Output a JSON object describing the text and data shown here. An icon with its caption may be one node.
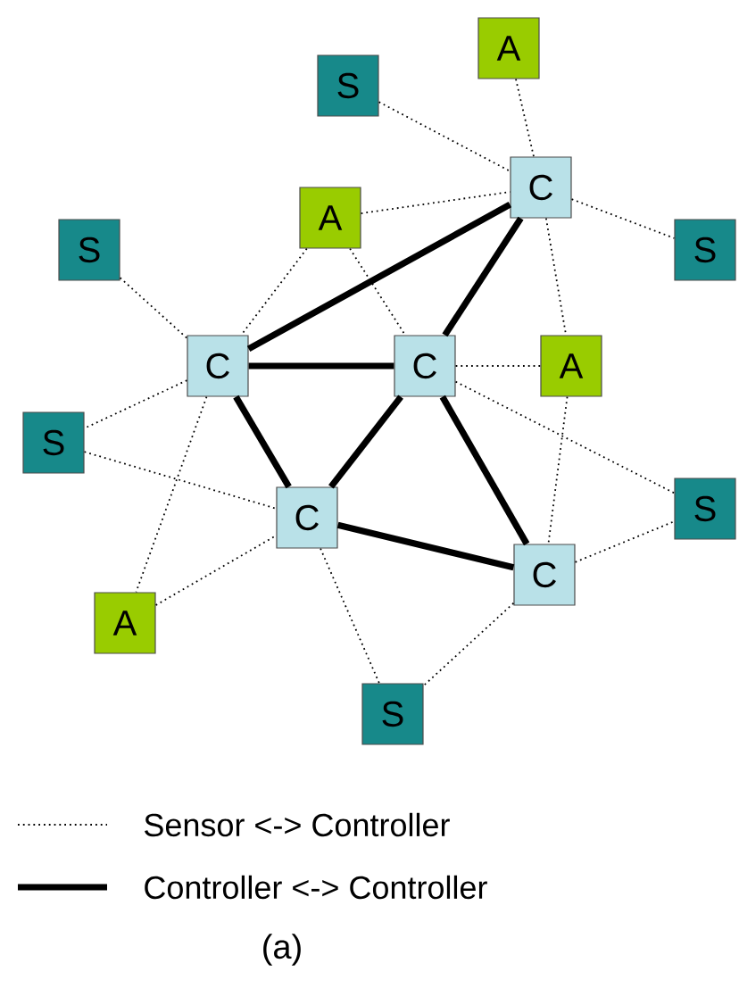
{
  "diagram": {
    "caption": "(a)",
    "nodes": [
      {
        "text": [
          "A"
        ]
      },
      {
        "text": [
          "S"
        ]
      },
      {
        "text": [
          "C"
        ]
      },
      {
        "text": [
          "A"
        ]
      },
      {
        "text": [
          "S"
        ]
      },
      {
        "text": [
          "S"
        ]
      },
      {
        "text": [
          "C"
        ]
      },
      {
        "text": [
          "C"
        ]
      },
      {
        "text": [
          "A"
        ]
      },
      {
        "text": [
          "S"
        ]
      },
      {
        "text": [
          "C"
        ]
      },
      {
        "text": [
          "S"
        ]
      },
      {
        "text": [
          "C"
        ]
      },
      {
        "text": [
          "A"
        ]
      },
      {
        "text": [
          "S"
        ]
      }
    ],
    "edges": [
      {
        "from": 1,
        "to": 2,
        "arrow": "none",
        "style": "dashed"
      },
      {
        "from": 0,
        "to": 2,
        "arrow": "none",
        "style": "dashed"
      },
      {
        "from": 3,
        "to": 2,
        "arrow": "none",
        "style": "dashed"
      },
      {
        "from": 2,
        "to": 5,
        "arrow": "none",
        "style": "dashed"
      },
      {
        "from": 2,
        "to": 8,
        "arrow": "none",
        "style": "dashed"
      },
      {
        "from": 3,
        "to": 6,
        "arrow": "none",
        "style": "dashed"
      },
      {
        "from": 3,
        "to": 7,
        "arrow": "none",
        "style": "dashed"
      },
      {
        "from": 4,
        "to": 6,
        "arrow": "none",
        "style": "dashed"
      },
      {
        "from": 7,
        "to": 8,
        "arrow": "none",
        "style": "dashed"
      },
      {
        "from": 6,
        "to": 9,
        "arrow": "none",
        "style": "dashed"
      },
      {
        "from": 9,
        "to": 10,
        "arrow": "none",
        "style": "dashed"
      },
      {
        "from": 6,
        "to": 13,
        "arrow": "none",
        "style": "dashed"
      },
      {
        "from": 13,
        "to": 10,
        "arrow": "none",
        "style": "dashed"
      },
      {
        "from": 7,
        "to": 11,
        "arrow": "none",
        "style": "dashed"
      },
      {
        "from": 8,
        "to": 12,
        "arrow": "none",
        "style": "dashed"
      },
      {
        "from": 12,
        "to": 11,
        "arrow": "none",
        "style": "dashed"
      },
      {
        "from": 10,
        "to": 14,
        "arrow": "none",
        "style": "dashed"
      },
      {
        "from": 12,
        "to": 14,
        "arrow": "none",
        "style": "dashed"
      },
      {
        "from": 6,
        "to": 2,
        "arrow": "none",
        "style": "thick"
      },
      {
        "from": 7,
        "to": 2,
        "arrow": "none",
        "style": "thick"
      },
      {
        "from": 6,
        "to": 7,
        "arrow": "none",
        "style": "thick"
      },
      {
        "from": 6,
        "to": 10,
        "arrow": "none",
        "style": "thick"
      },
      {
        "from": 10,
        "to": 7,
        "arrow": "none",
        "style": "thick"
      },
      {
        "from": 7,
        "to": 12,
        "arrow": "none",
        "style": "thick"
      },
      {
        "from": 10,
        "to": 12,
        "arrow": "none",
        "style": "thick"
      }
    ],
    "legend": [
      {
        "text": "Sensor <-> Controller"
      },
      {
        "text": "Controller <-> Controller"
      }
    ]
  }
}
